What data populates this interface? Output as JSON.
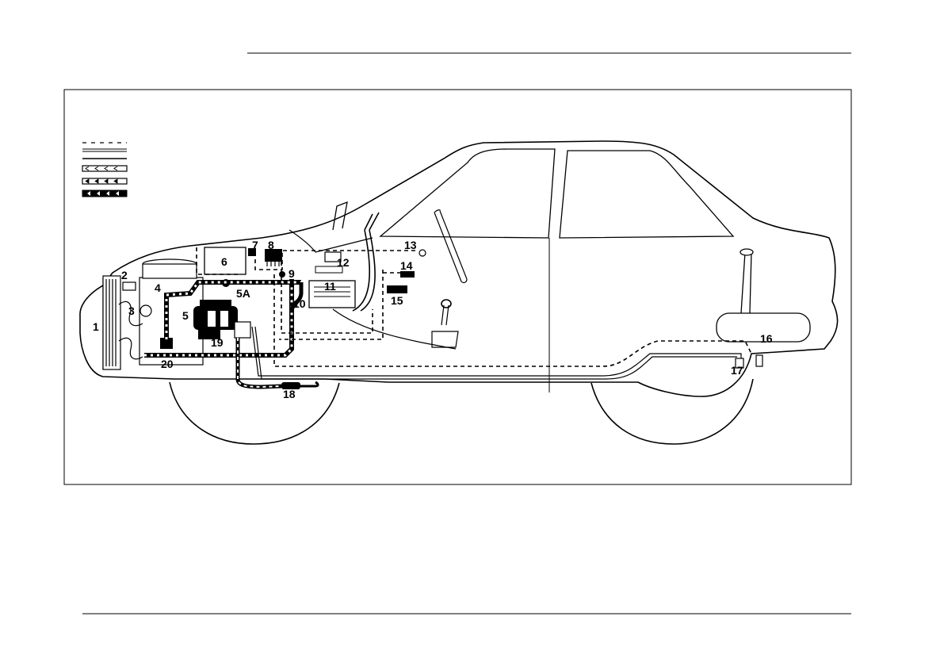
{
  "figure": {
    "legend_swatches": [
      "dashed-line",
      "thin-double-line",
      "thick-double-line",
      "open-arrow-line",
      "half-arrow-line",
      "filled-arrow-line"
    ],
    "callouts": [
      {
        "id": "c1",
        "label": "1"
      },
      {
        "id": "c2",
        "label": "2"
      },
      {
        "id": "c3",
        "label": "3"
      },
      {
        "id": "c4",
        "label": "4"
      },
      {
        "id": "c5",
        "label": "5"
      },
      {
        "id": "c5a",
        "label": "5A"
      },
      {
        "id": "c6",
        "label": "6"
      },
      {
        "id": "c7",
        "label": "7"
      },
      {
        "id": "c8",
        "label": "8"
      },
      {
        "id": "c9",
        "label": "9"
      },
      {
        "id": "c10",
        "label": "10"
      },
      {
        "id": "c11",
        "label": "11"
      },
      {
        "id": "c12",
        "label": "12"
      },
      {
        "id": "c13",
        "label": "13"
      },
      {
        "id": "c14",
        "label": "14"
      },
      {
        "id": "c15",
        "label": "15"
      },
      {
        "id": "c16",
        "label": "16"
      },
      {
        "id": "c17",
        "label": "17"
      },
      {
        "id": "c18",
        "label": "18"
      },
      {
        "id": "c19",
        "label": "19"
      },
      {
        "id": "c20",
        "label": "20"
      }
    ]
  }
}
